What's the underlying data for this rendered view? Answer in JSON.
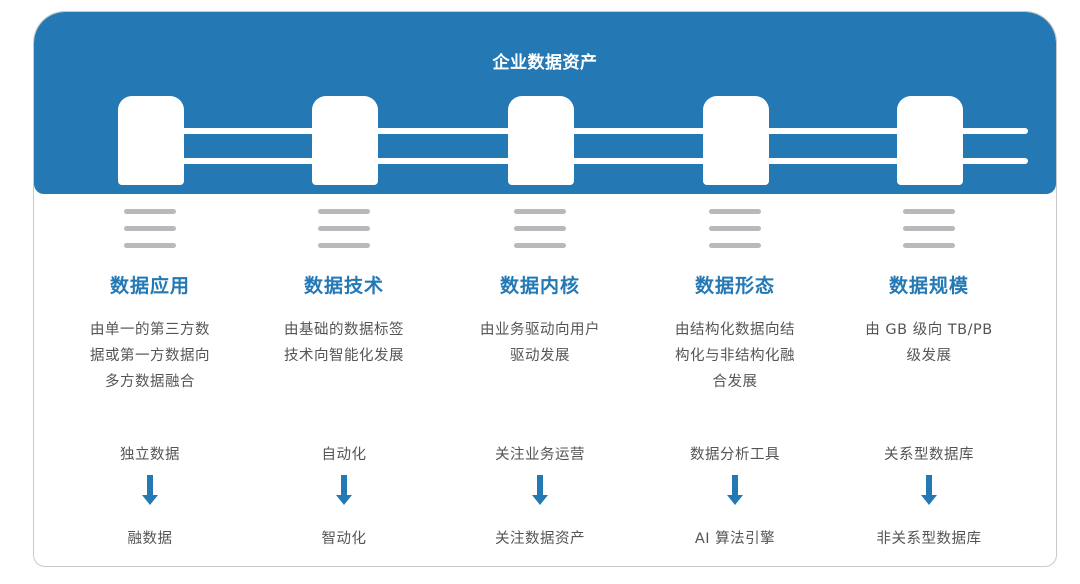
{
  "header": {
    "title": "企业数据资产"
  },
  "colors": {
    "accent": "#2479b5",
    "icon_gray": "#b8b9bd",
    "text": "#555555",
    "border": "#c9c9c9"
  },
  "columns": [
    {
      "heading": "数据应用",
      "description": "由单一的第三方数\n据或第一方数据向\n多方数据融合",
      "from": "独立数据",
      "to": "融数据"
    },
    {
      "heading": "数据技术",
      "description": "由基础的数据标签\n技术向智能化发展",
      "from": "自动化",
      "to": "智动化"
    },
    {
      "heading": "数据内核",
      "description": "由业务驱动向用户\n驱动发展",
      "from": "关注业务运营",
      "to": "关注数据资产"
    },
    {
      "heading": "数据形态",
      "description": "由结构化数据向结\n构化与非结构化融\n合发展",
      "from": "数据分析工具",
      "to": "AI 算法引擎"
    },
    {
      "heading": "数据规模",
      "description": "由 GB 级向 TB/PB\n级发展",
      "from": "关系型数据库",
      "to": "非关系型数据库"
    }
  ],
  "icons": {
    "column_marker": "menu-lines-icon",
    "transition": "arrow-down-icon"
  }
}
